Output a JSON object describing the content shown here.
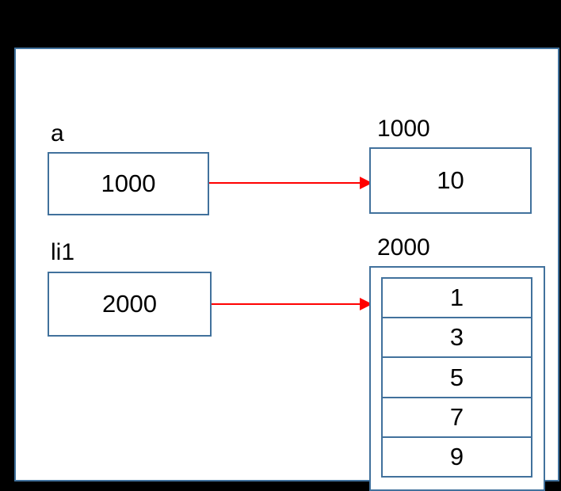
{
  "diagram": {
    "title": "python-variable-memory-reference-diagram",
    "background_color": "#000000",
    "canvas_color": "#ffffff",
    "box_border_color": "#41719c",
    "arrow_color": "#ff0000",
    "text_color": "#000000",
    "variables": [
      {
        "name": "a",
        "pointer_value": "1000",
        "target_address_label": "1000",
        "target_kind": "scalar",
        "target_value": "10"
      },
      {
        "name": "li1",
        "pointer_value": "2000",
        "target_address_label": "2000",
        "target_kind": "list",
        "target_items": [
          "1",
          "3",
          "5",
          "7",
          "9"
        ]
      }
    ]
  }
}
